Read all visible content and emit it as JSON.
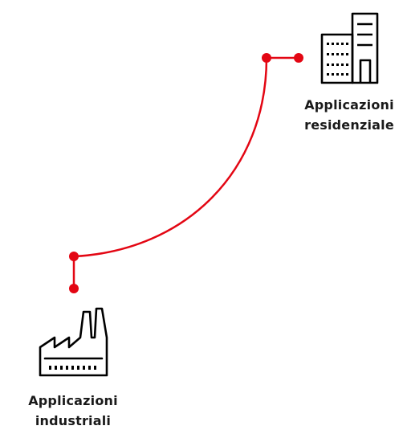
{
  "accent_color": "#e30613",
  "icon_color": "#000000",
  "nodes": {
    "residential": {
      "icon": "building-icon",
      "label_line1": "Applicazioni",
      "label_line2": "residenziale"
    },
    "industrial": {
      "icon": "factory-icon",
      "label_line1": "Applicazioni",
      "label_line2": "industriali"
    }
  }
}
